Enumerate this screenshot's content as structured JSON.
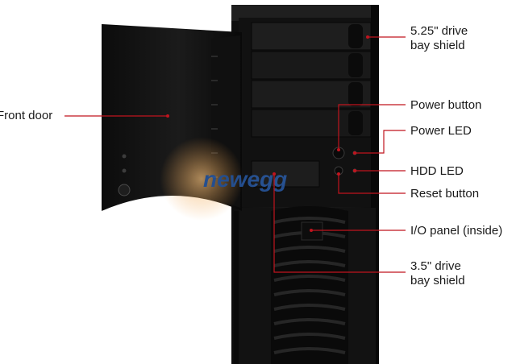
{
  "watermark": {
    "text": "newegg"
  },
  "labels": {
    "front_door": "Front door",
    "drive_bay_525_line1": "5.25\" drive",
    "drive_bay_525_line2": "bay shield",
    "power_button": "Power button",
    "power_led": "Power LED",
    "hdd_led": "HDD LED",
    "reset_button": "Reset button",
    "io_panel": "I/O panel (inside)",
    "drive_bay_35_line1": "3.5\" drive",
    "drive_bay_35_line2": "bay shield"
  },
  "colors": {
    "case_body": "#141414",
    "case_highlight": "#2c2c2c",
    "leader_line": "#c0141e",
    "watermark_orange": "#f2a24a",
    "watermark_blue": "#2b63b8"
  }
}
